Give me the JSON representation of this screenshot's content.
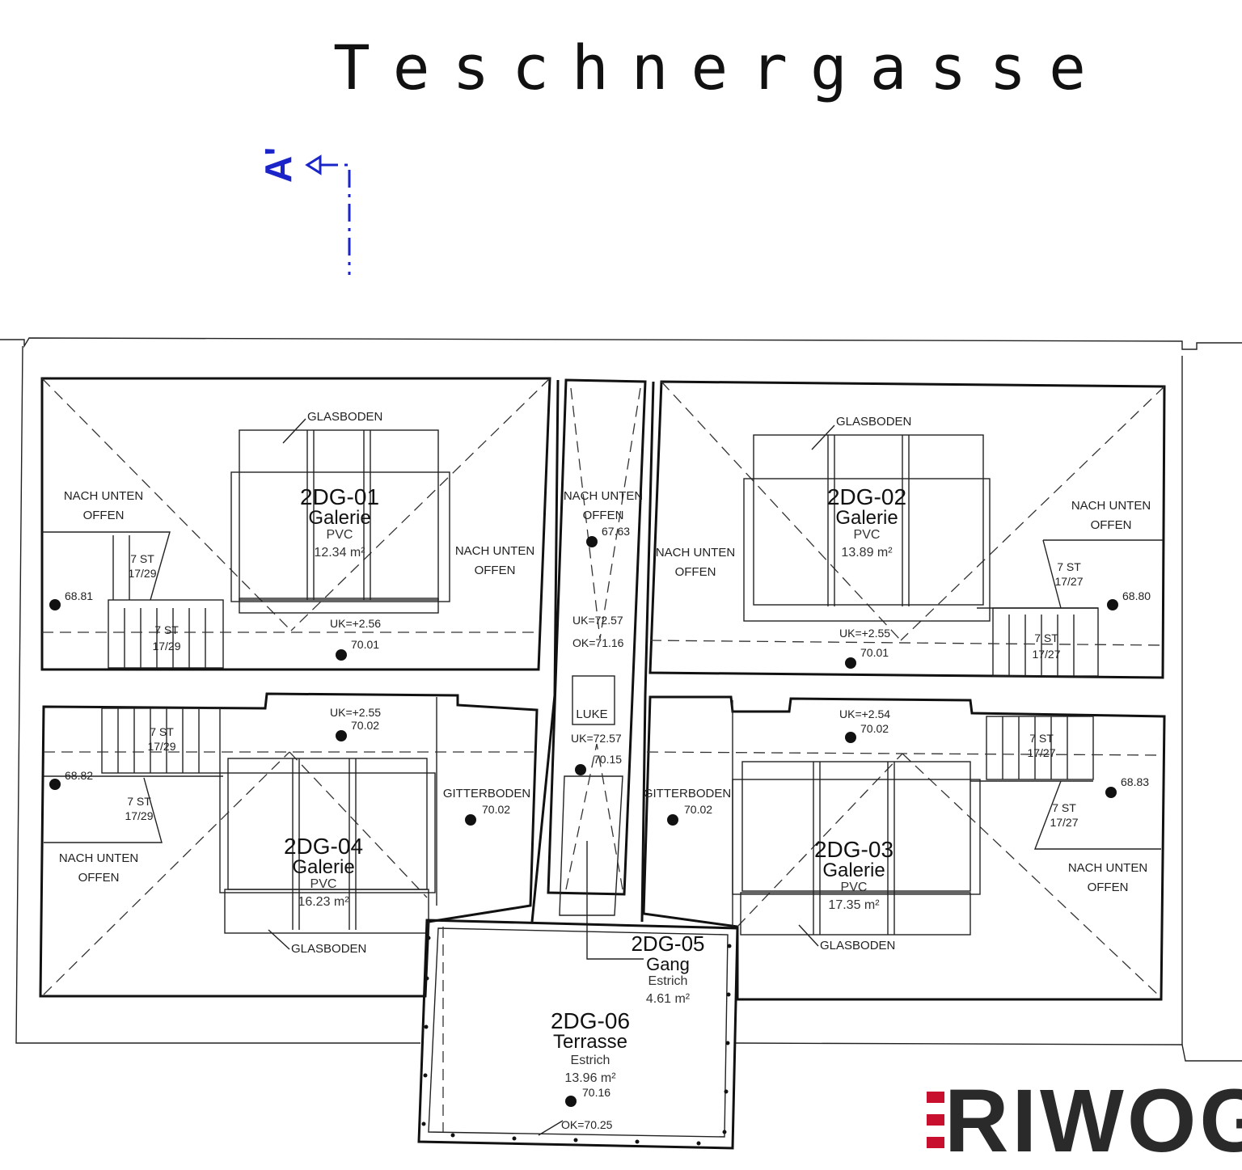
{
  "street": "Teschnergasse",
  "section_marker": "A'",
  "brand": {
    "name": "RIWOG",
    "accent_color": "#c8102e",
    "text_color": "#2a2a2a"
  },
  "rooms": [
    {
      "id": "2DG-01",
      "name": "Galerie",
      "floor": "PVC",
      "area": "12.34 m²"
    },
    {
      "id": "2DG-02",
      "name": "Galerie",
      "floor": "PVC",
      "area": "13.89 m²"
    },
    {
      "id": "2DG-03",
      "name": "Galerie",
      "floor": "PVC",
      "area": "17.35 m²"
    },
    {
      "id": "2DG-04",
      "name": "Galerie",
      "floor": "PVC",
      "area": "16.23 m²"
    },
    {
      "id": "2DG-05",
      "name": "Gang",
      "floor": "Estrich",
      "area": "4.61 m²"
    },
    {
      "id": "2DG-06",
      "name": "Terrasse",
      "floor": "Estrich",
      "area": "13.96 m²"
    }
  ],
  "labels": {
    "glasboden": "GLASBODEN",
    "nach_unten": "NACH UNTEN",
    "offen": "OFFEN",
    "gitterboden": "GITTERBODEN",
    "luke": "LUKE",
    "steps": "7 ST",
    "ratio_29": "17/29",
    "ratio_27": "17/27"
  },
  "levels": {
    "tl_stair": "68.81",
    "tl_floor": "70.01",
    "tl_uk": "UK=+2.56",
    "tr_stair": "68.80",
    "tr_floor": "70.01",
    "tr_uk": "UK=+2.55",
    "shaft_a": "67.63",
    "shaft_uk": "UK=72.57",
    "shaft_ok": "OK=71.16",
    "shaft_uk2": "UK=72.57",
    "shaft_b": "70.15",
    "bl_uk": "UK=+2.55",
    "bl_floor": "70.02",
    "bl_stair": "68.82",
    "bl_gitter": "70.02",
    "br_uk": "UK=+2.54",
    "br_floor": "70.02",
    "br_stair": "68.83",
    "br_gitter": "70.02",
    "terr_level": "70.16",
    "terr_ok": "OK=70.25"
  }
}
